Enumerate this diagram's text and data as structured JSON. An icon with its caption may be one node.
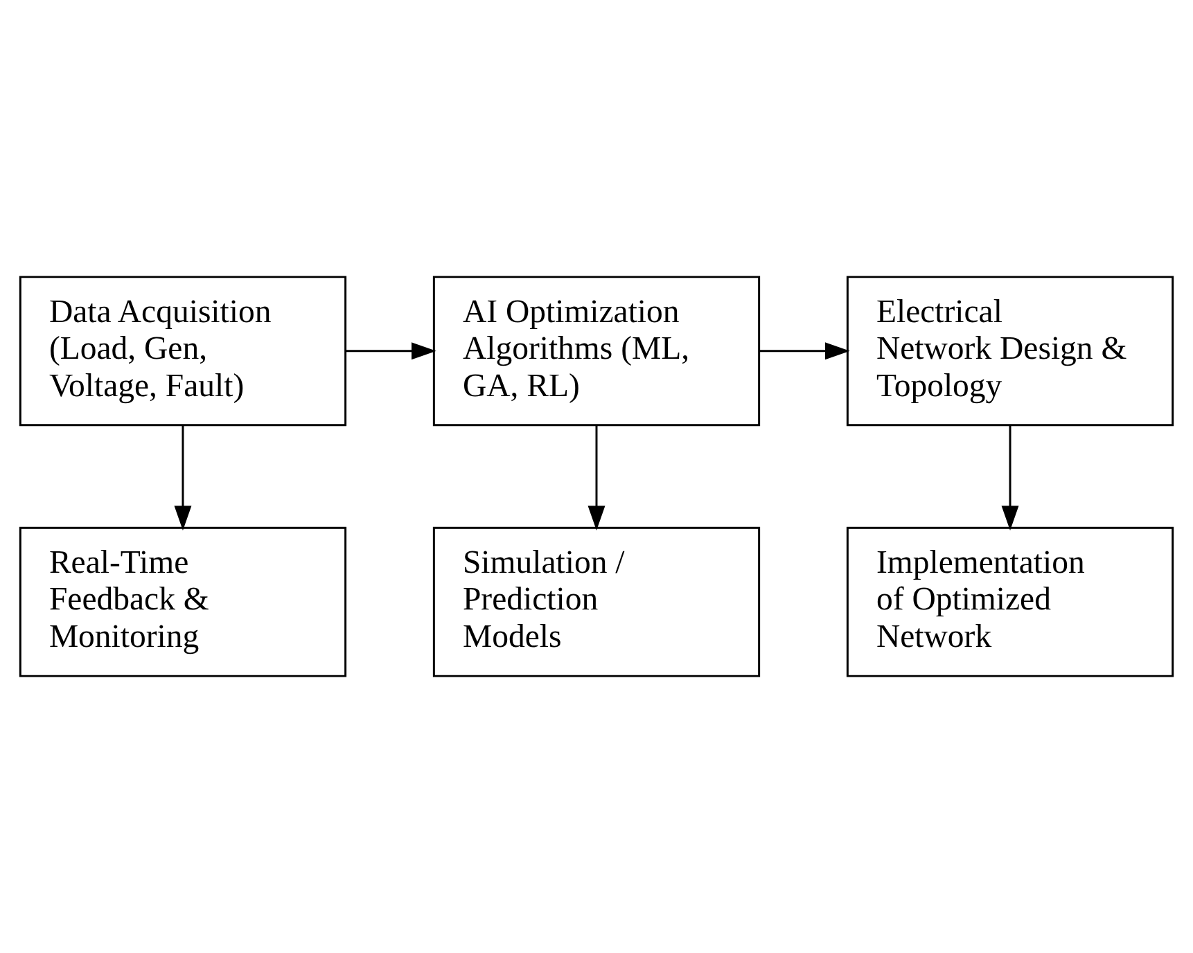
{
  "diagram": {
    "nodes": [
      {
        "text": [
          "Data Acquisition (Load, Gen, Voltage, Fault)"
        ]
      },
      {
        "text": [
          "AI Optimization Algorithms (ML, GA, RL)"
        ]
      },
      {
        "text": [
          "Electrical Network Design & Topology"
        ]
      },
      {
        "text": [
          "Real-Time Feedback & Monitoring"
        ]
      },
      {
        "text": [
          "Simulation / Prediction Models"
        ]
      },
      {
        "text": [
          "Implementation of Optimized Network"
        ]
      }
    ],
    "edges": [
      {
        "from": 0,
        "to": 1,
        "arrow": "to"
      },
      {
        "from": 1,
        "to": 2,
        "arrow": "to"
      },
      {
        "from": 0,
        "to": 3,
        "arrow": "to"
      },
      {
        "from": 1,
        "to": 4,
        "arrow": "to"
      },
      {
        "from": 2,
        "to": 5,
        "arrow": "to"
      }
    ]
  }
}
